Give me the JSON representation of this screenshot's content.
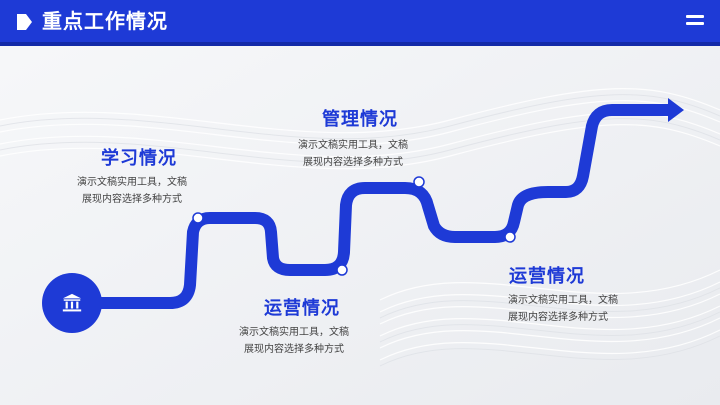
{
  "header": {
    "title": "重点工作情况"
  },
  "icons": {
    "header": "flag-arrow-icon",
    "menu": "menu-icon",
    "start": "bank-icon"
  },
  "colors": {
    "primary": "#1e3ad6",
    "header_shadow": "#132aa8",
    "text": "#444444",
    "background": "#f1f2f5"
  },
  "sections": [
    {
      "title": "学习情况",
      "desc_line1": "演示文稿实用工具，文稿",
      "desc_line2": "展现内容选择多种方式"
    },
    {
      "title": "运营情况",
      "desc_line1": "演示文稿实用工具，文稿",
      "desc_line2": "展现内容选择多种方式"
    },
    {
      "title": "管理情况",
      "desc_line1": "演示文稿实用工具，文稿",
      "desc_line2": "展现内容选择多种方式"
    },
    {
      "title": "运营情况",
      "desc_line1": "演示文稿实用工具，文稿",
      "desc_line2": "展现内容选择多种方式"
    }
  ]
}
